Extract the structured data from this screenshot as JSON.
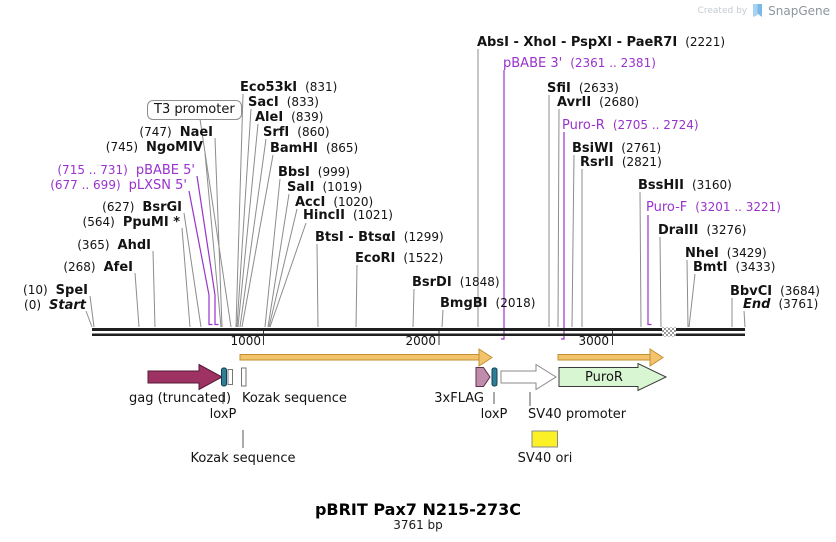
{
  "credit": {
    "created_by": "Created by",
    "brand": "SnapGene"
  },
  "title": {
    "name": "pBRIT Pax7 N215-273C",
    "length": "3761 bp"
  },
  "map": {
    "length_bp": 3761,
    "tick_labels": {
      "t1000": "1000",
      "t2000": "2000",
      "t3000": "3000"
    },
    "colors": {
      "primer_purple": "#9933cc",
      "backbone_black": "#1f1f1f",
      "gag_maroon": "#9e3263",
      "loxp_teal": "#2e7e98",
      "flag_pink": "#c08cab",
      "puror_green": "#d9f6d3",
      "orf_orange": "#f3c36b",
      "sv40ori_yellow": "#fcf127"
    }
  },
  "t3_promoter_label": "T3 promoter",
  "sites_left": [
    {
      "pos": "(0)",
      "name": "Start"
    },
    {
      "pos": "(10)",
      "name": "SpeI"
    },
    {
      "pos": "(268)",
      "name": "AfeI"
    },
    {
      "pos": "(365)",
      "name": "AhdI"
    },
    {
      "pos": "(564)",
      "name": "PpuMI *"
    },
    {
      "pos": "(627)",
      "name": "BsrGI"
    },
    {
      "pos": "(677 .. 699)",
      "name": "pLXSN 5'"
    },
    {
      "pos": "(715 .. 731)",
      "name": "pBABE 5'"
    },
    {
      "pos": "(745)",
      "name": "NgoMIV"
    },
    {
      "pos": "(747)",
      "name": "NaeI"
    }
  ],
  "sites_right": [
    {
      "name": "Eco53kI",
      "pos": "(831)"
    },
    {
      "name": "SacI",
      "pos": "(833)"
    },
    {
      "name": "AleI",
      "pos": "(839)"
    },
    {
      "name": "SrfI",
      "pos": "(860)"
    },
    {
      "name": "BamHI",
      "pos": "(865)"
    },
    {
      "name": "BbsI",
      "pos": "(999)"
    },
    {
      "name": "SalI",
      "pos": "(1019)"
    },
    {
      "name": "AccI",
      "pos": "(1020)"
    },
    {
      "name": "HincII",
      "pos": "(1021)"
    },
    {
      "name": "BtsI - BtsαI",
      "pos": "(1299)"
    },
    {
      "name": "EcoRI",
      "pos": "(1522)"
    },
    {
      "name": "BsrDI",
      "pos": "(1848)"
    },
    {
      "name": "BmgBI",
      "pos": "(2018)"
    },
    {
      "name": "AbsI - XhoI - PspXI - PaeR7I",
      "pos": "(2221)"
    },
    {
      "name": "pBABE 3'",
      "pos": "(2361 .. 2381)"
    },
    {
      "name": "SfiI",
      "pos": "(2633)"
    },
    {
      "name": "AvrII",
      "pos": "(2680)"
    },
    {
      "name": "Puro-R",
      "pos": "(2705 .. 2724)"
    },
    {
      "name": "BsiWI",
      "pos": "(2761)"
    },
    {
      "name": "RsrII",
      "pos": "(2821)"
    },
    {
      "name": "BssHII",
      "pos": "(3160)"
    },
    {
      "name": "Puro-F",
      "pos": "(3201 .. 3221)"
    },
    {
      "name": "DraIII",
      "pos": "(3276)"
    },
    {
      "name": "NheI",
      "pos": "(3429)"
    },
    {
      "name": "BmtI",
      "pos": "(3433)"
    },
    {
      "name": "BbvCI",
      "pos": "(3684)"
    },
    {
      "name": "End",
      "pos": "(3761)"
    }
  ],
  "features": {
    "gag": "gag (truncated)",
    "loxp1": "loxP",
    "kozak1": "Kozak sequence",
    "kozak2": "Kozak sequence",
    "flag": "3xFLAG",
    "loxp2": "loxP",
    "sv40_promoter": "SV40 promoter",
    "puror": "PuroR",
    "sv40_ori": "SV40 ori"
  }
}
